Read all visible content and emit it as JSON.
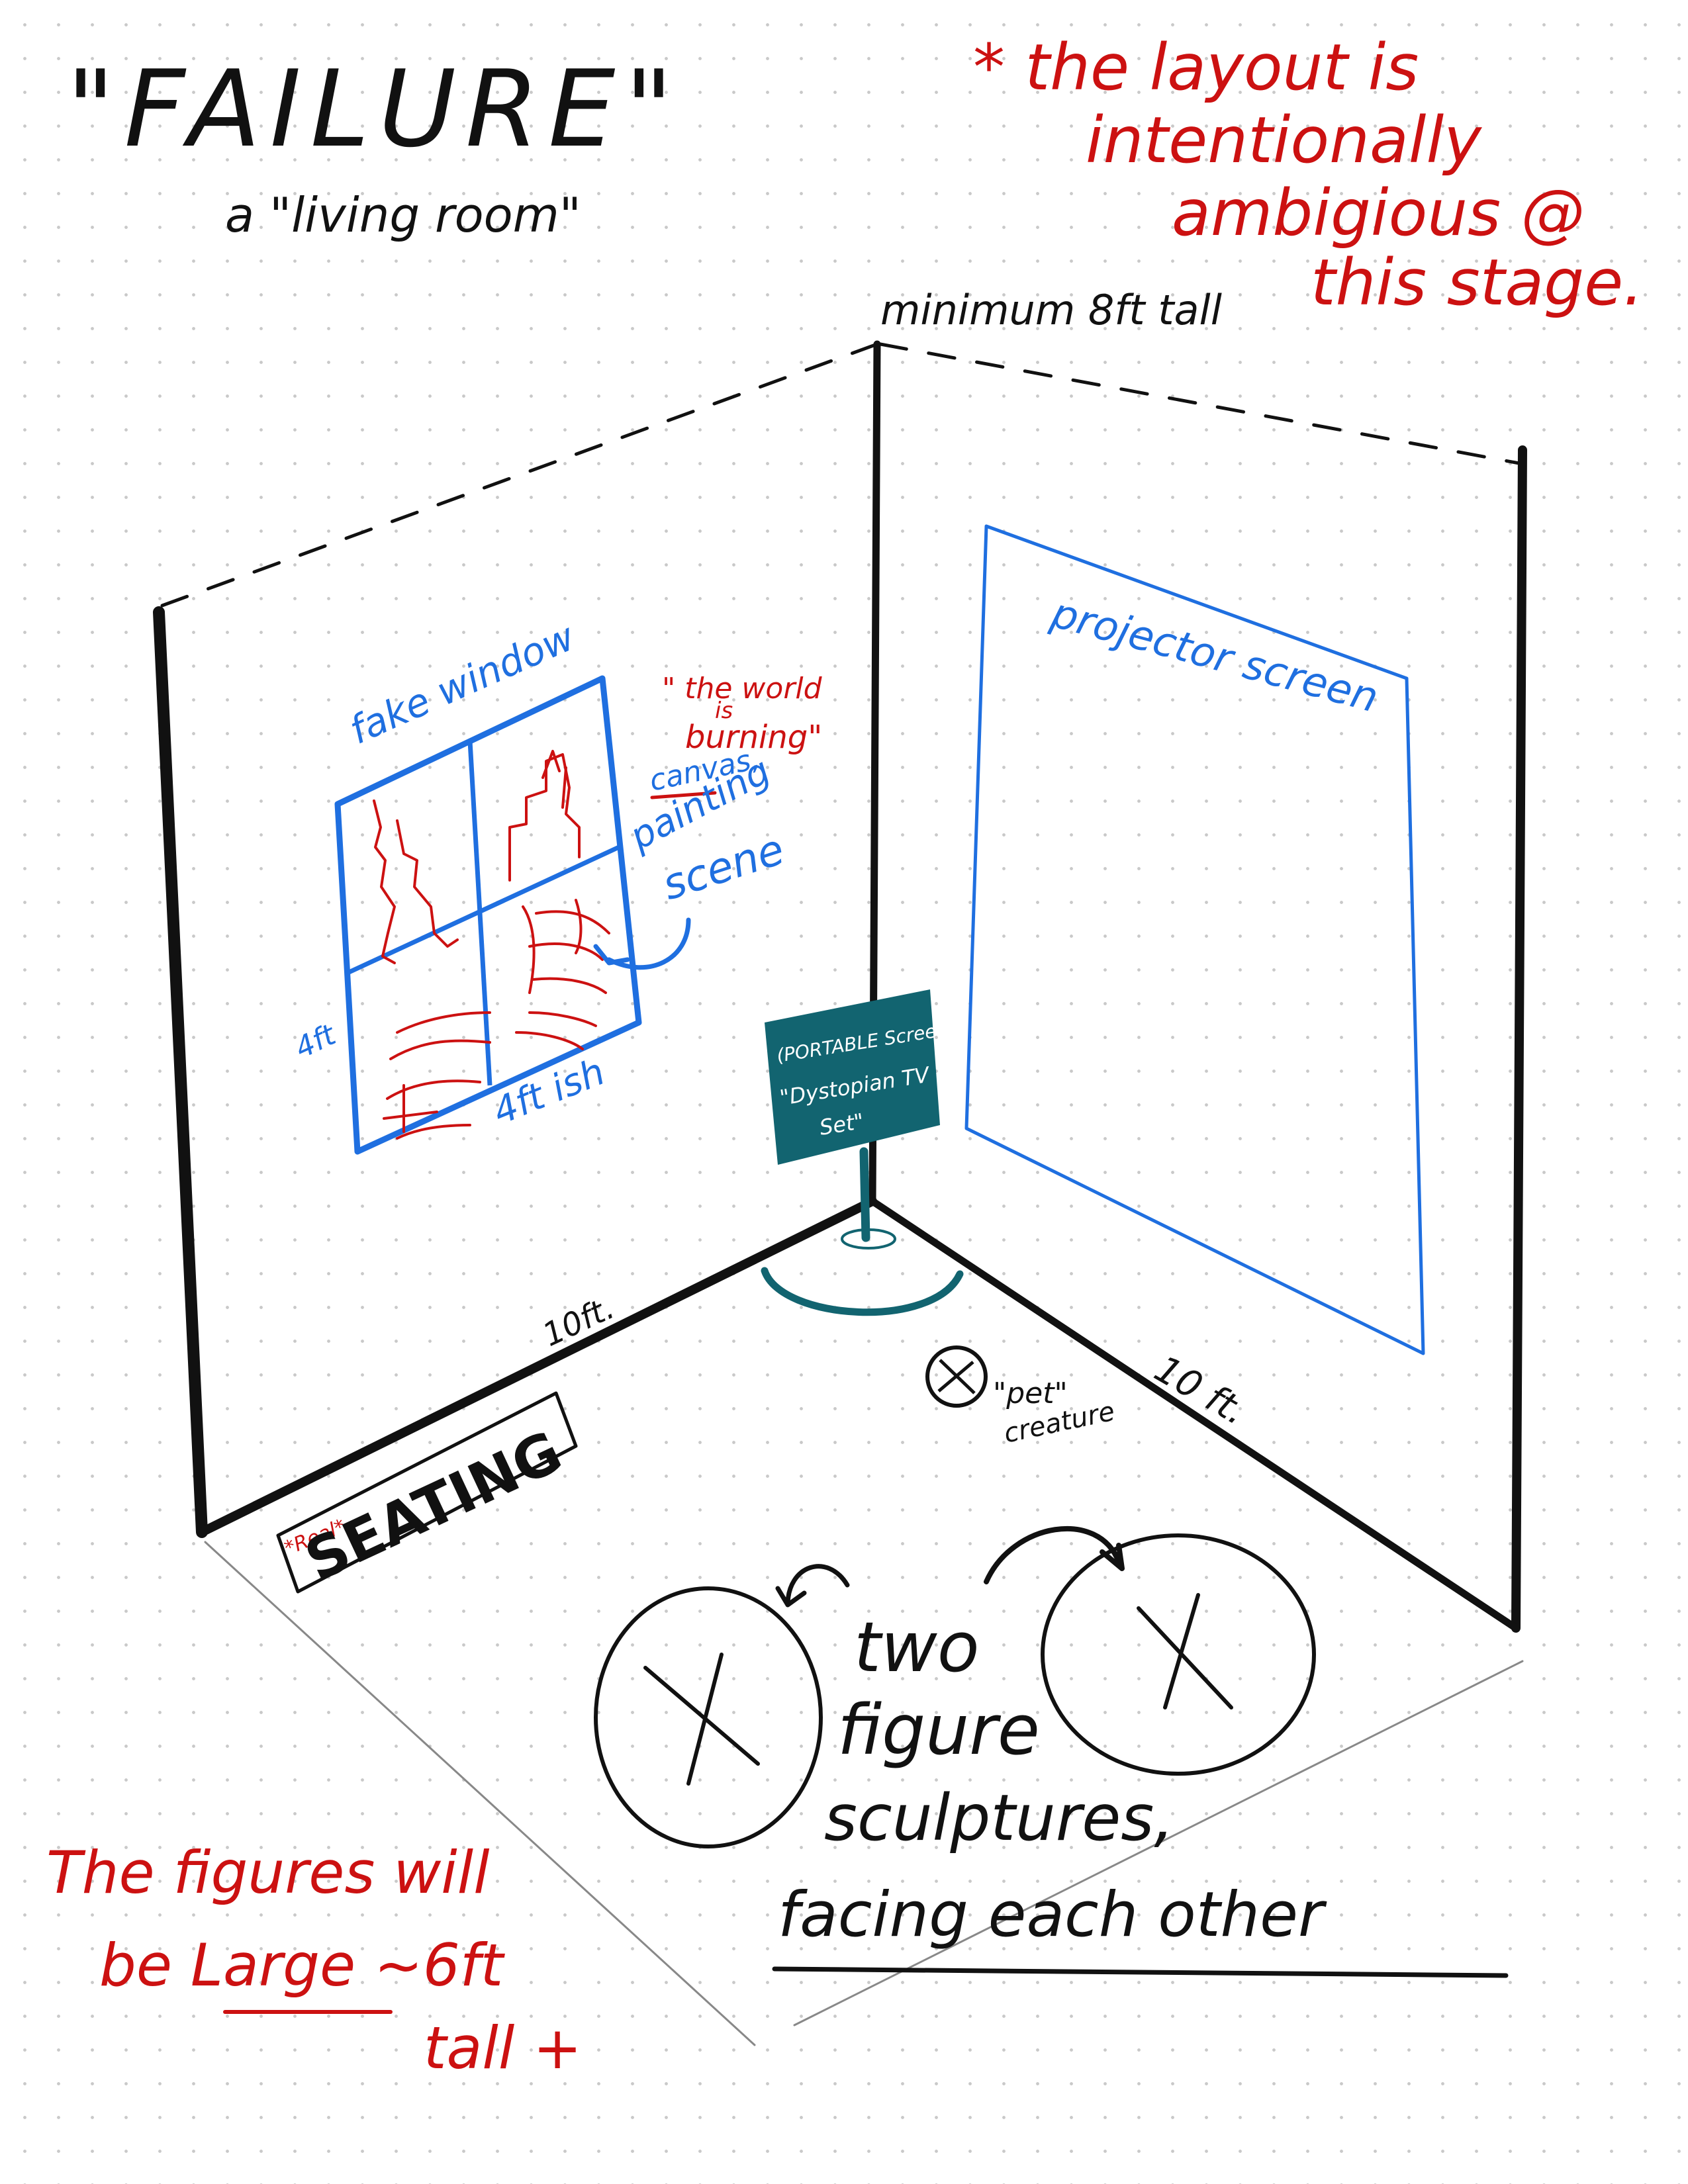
{
  "title": "\"FAILURE\"",
  "subtitle": "a \"living room\"",
  "note_top_right": [
    "* the layout is",
    "intentionally",
    "ambigious @",
    "this stage."
  ],
  "height_label": "minimum 8ft tall",
  "fake_window": {
    "label": "fake window",
    "height": "4ft",
    "width": "4ft ish"
  },
  "painting_note": {
    "quote": [
      "\" the  world",
      "is",
      "burning\""
    ],
    "label": [
      "canvas,",
      "painting",
      "scene"
    ]
  },
  "projector_label": "projector screen",
  "tv": {
    "line1": "(PORTABLE Screen)",
    "line2": "\"Dystopian TV",
    "line3": "Set\""
  },
  "wall_left_length": "10ft.",
  "wall_right_length": "10 ft.",
  "pet": {
    "line1": "\"pet\"",
    "line2": "creature"
  },
  "seating": {
    "prefix": "*Real*",
    "label": "SEATING"
  },
  "figures_note": [
    "two",
    "figure",
    "sculptures,",
    "facing each other"
  ],
  "bottom_note": [
    "The figures will",
    "be Large ~6ft",
    "tall +"
  ],
  "colors": {
    "black_ink": "#111111",
    "red_ink": "#cc1111",
    "blue_ink": "#1f6fe0",
    "tv_teal": "#126470"
  }
}
